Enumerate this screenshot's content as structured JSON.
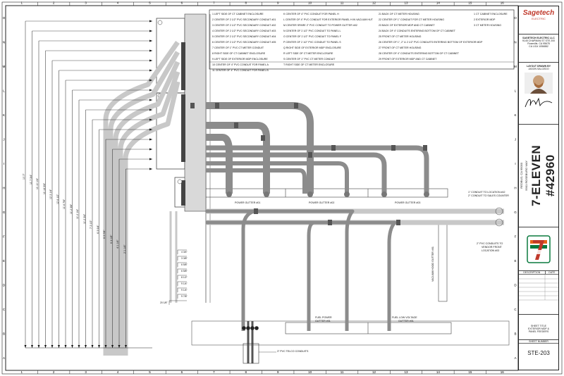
{
  "grid": {
    "columns": [
      "1",
      "2",
      "3",
      "4",
      "5",
      "6",
      "7",
      "8",
      "9",
      "10",
      "11",
      "12",
      "13",
      "14",
      "15",
      "16"
    ],
    "rows": [
      "O",
      "N",
      "M",
      "L",
      "K",
      "J",
      "I",
      "H",
      "G",
      "F",
      "E",
      "D",
      "C",
      "B",
      "A"
    ]
  },
  "legend": {
    "col1": [
      {
        "key": "1",
        "text": "LEFT SIDE OF CT CABINET ENCLOSURE"
      },
      {
        "key": "2",
        "text": "CENTER OF 2 1/2\" PVC SECONDARY CONDUIT #01"
      },
      {
        "key": "3",
        "text": "CENTER OF 2 1/2\" PVC SECONDARY CONDUIT #02"
      },
      {
        "key": "4",
        "text": "CENTER OF 2 1/2\" PVC SECONDARY CONDUIT #03"
      },
      {
        "key": "5",
        "text": "CENTER OF 2 1/2\" PVC SECONDARY CONDUIT #04"
      },
      {
        "key": "6",
        "text": "CENTER OF 2 1/2\" PVC SECONDARY CONDUIT #05"
      },
      {
        "key": "7",
        "text": "CENTER OF 1\" PVC CT METER CONDUIT"
      },
      {
        "key": "8",
        "text": "RIGHT SIDE OF CT CABINET ENCLOSURE"
      },
      {
        "key": "9",
        "text": "LEFT SIDE OF EXTERIOR MDP ENCLOSURE"
      },
      {
        "key": "10",
        "text": "CENTER OF 4\" PVC CONDUIT FOR PANEL A"
      },
      {
        "key": "11",
        "text": "CENTER OF 4\" PVC CONDUIT FOR PANEL B"
      }
    ],
    "col2": [
      {
        "key": "K",
        "text": "CENTER OF 4\" PVC CONDUIT FOR PANEL H"
      },
      {
        "key": "L",
        "text": "CENTER OF 4\" PVC CONDUIT FOR EXTERIOR PANEL H IN VACUUM HUT"
      },
      {
        "key": "M",
        "text": "CENTER SPARE 2\" PVC CONDUIT TO POWER GUTTER #02"
      },
      {
        "key": "N",
        "text": "CENTER OF 2 1/2\" PVC CONDUIT TO PANEL L"
      },
      {
        "key": "O",
        "text": "CENTER OF 2 1/2\" PVC CONDUIT TO PANEL F"
      },
      {
        "key": "P",
        "text": "CENTER OF 2 1/2\" PVC CONDUIT TO PANEL S"
      },
      {
        "key": "Q",
        "text": "RIGHT SIDE OF EXTERIOR MDP ENCLOSURE"
      },
      {
        "key": "R",
        "text": "LEFT SIDE OF CT METER ENCLOSURE"
      },
      {
        "key": "S",
        "text": "CENTER OF 1\" PVC CT METER CONDUIT"
      },
      {
        "key": "T",
        "text": "RIGHT SIDE OF CT METER ENCLOSURE"
      }
    ],
    "col3": [
      {
        "key": "21",
        "text": "BACK OF CT METER HOUSING"
      },
      {
        "key": "22",
        "text": "CENTER OF 1\" CONDUIT FOR CT METER HOUSING"
      },
      {
        "key": "23",
        "text": "BACK OF EXTERIOR MDP AND CT CABINET"
      },
      {
        "key": "24",
        "text": "BACK OF 4\" CONDUITS ENTERING BOTTOM OF CT CABINET"
      },
      {
        "key": "25",
        "text": "FRONT OF CT METER HOUSING"
      },
      {
        "key": "26",
        "text": "CENTER OF 1\", 2\" & 2 1/2\" PVC CONDUITS ENTERING BOTTOM OF EXTERIOR MDP"
      },
      {
        "key": "27",
        "text": "FRONT OF CT METER HOUSING"
      },
      {
        "key": "28",
        "text": "CENTER OF 4\" CONDUITS ENTERING BOTTOM OF CT CABINET"
      },
      {
        "key": "29",
        "text": "FRONT OF EXTERIOR MDP AND CT CABINET"
      }
    ],
    "col4": [
      {
        "key": "1",
        "text": "CT CABINET ENCLOSURE"
      },
      {
        "key": "2",
        "text": "EXTERIOR MDP"
      },
      {
        "key": "3",
        "text": "CT METER HOUSING"
      }
    ]
  },
  "labels": {
    "gutter1": "POWER GUTTER #01",
    "gutter2": "POWER GUTTER #02",
    "gutter3": "POWER GUTTER #03",
    "fuel_power": "FUEL POWER",
    "fuel_power2": "GUTTER #01",
    "fuel_lv": "FUEL LOW VOLTAGE",
    "fuel_lv2": "GUTTER #01",
    "vacuum": "VACUUM HOOD GUTTER #01",
    "callout1": "1\" CONDUIT TO LOCATION #42",
    "callout1b": "2\" CONDUIT TO SALES COUNTER",
    "callout2": "2\" PVC CONDUITS TO",
    "callout2b": "VENDOR FRONT",
    "callout2c": "LOCATION #03",
    "telco": "3\" PVC TELCO CONDUITS"
  },
  "dims_left": [
    "10'-7\"",
    "11'-7 3/4\"",
    "11'-10 1/4\"",
    "11'-14 3/4\"",
    "12'-3 1/4\"",
    "12'-6 1/2\"",
    "11'-6 7/8\"",
    "11'-2 3/8\"",
    "11'-2 1/4\"",
    "11'-2 3/4\"",
    "7'-3 1/2\"",
    "6'-9 3/4\"",
    "6'-5 7/8\"",
    "6'-4 1/8\"",
    "4'-1 1/4\"",
    "2'-1 1/4\""
  ],
  "dims_right": [
    "4 3/4\"",
    "3 3/8\"",
    "6 5/8\"",
    "6 5/8\"",
    "8 1/2\"",
    "9 1/4\"",
    "9 1/4\"",
    "9 7/8\"",
    "20 1/8\""
  ],
  "title_block": {
    "company": "Sagetech",
    "company_sub": "ELECTRIC",
    "company_name": "SAGETECH ELECTRIC LLC",
    "company_addr": "9145 CHAPMAN ST STE 200",
    "company_city": "Roseville, CA 95678",
    "license": "CA LIC# 1056882",
    "drawn_by_label": "LAYOUT DRAWN BY",
    "drawn_by": "JASON SALCEDO",
    "project": "7-ELEVEN #42960",
    "address": "5901 ROSEBURG WAY",
    "city": "REDBUD, CA 95000",
    "revisions_header": "DESCRIPTION",
    "revisions_date_header": "DATE",
    "sheet_title_label": "SHEET TITLE",
    "sheet_title": "EXTERIOR MDP &",
    "sheet_title2": "PANEL FEEDERS",
    "sheet_number_label": "SHEET NUMBER",
    "sheet_number": "STE-203"
  },
  "colors": {
    "conduit": "#8c8c8c",
    "conduit_light": "#c8c8c8",
    "brand_red": "#c0392b",
    "seven_green": "#0a7a3f",
    "seven_orange": "#e8641b"
  }
}
